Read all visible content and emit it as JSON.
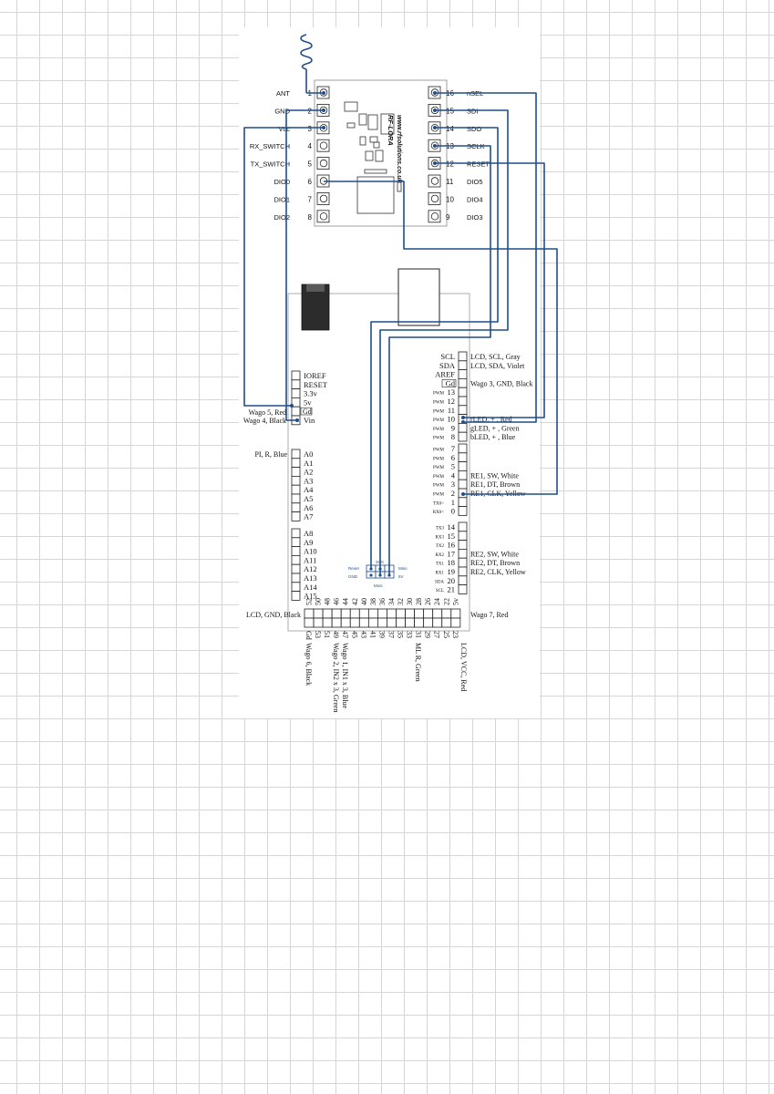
{
  "module": {
    "brand_url": "www.rfsolutions.co.uk",
    "model": "RF-LORA",
    "pins_left": [
      {
        "num": "1",
        "label": "ANT"
      },
      {
        "num": "2",
        "label": "GND"
      },
      {
        "num": "3",
        "label": "Vcc"
      },
      {
        "num": "4",
        "label": "RX_SWITCH"
      },
      {
        "num": "5",
        "label": "TX_SWITCH"
      },
      {
        "num": "6",
        "label": "DIO0"
      },
      {
        "num": "7",
        "label": "DIO1"
      },
      {
        "num": "8",
        "label": "DIO2"
      }
    ],
    "pins_right": [
      {
        "num": "16",
        "label": "nSEL"
      },
      {
        "num": "15",
        "label": "SDI"
      },
      {
        "num": "14",
        "label": "SDO"
      },
      {
        "num": "13",
        "label": "SCLK"
      },
      {
        "num": "12",
        "label": "RESET"
      },
      {
        "num": "11",
        "label": "DIO5"
      },
      {
        "num": "10",
        "label": "DIO4"
      },
      {
        "num": "9",
        "label": "DIO3"
      }
    ]
  },
  "board": {
    "power_header": [
      {
        "label": "IOREF"
      },
      {
        "label": "RESET"
      },
      {
        "label": "3.3v"
      },
      {
        "label": "5v"
      },
      {
        "label": "Gd"
      },
      {
        "label": "Vin"
      }
    ],
    "power_notes": [
      {
        "text": "Wago 5, Red"
      },
      {
        "text": "Wago 4, Black"
      }
    ],
    "analog_header_1": [
      "A0",
      "A1",
      "A2",
      "A3",
      "A4",
      "A5",
      "A6",
      "A7"
    ],
    "analog_note": "PI, R, Blue",
    "analog_header_2": [
      "A8",
      "A9",
      "A10",
      "A11",
      "A12",
      "A13",
      "A14",
      "A15"
    ],
    "digital_top": [
      {
        "prefix": "",
        "label": "SCL",
        "note": "LCD, SCL, Gray"
      },
      {
        "prefix": "",
        "label": "SDA",
        "note": "LCD, SDA, Violet"
      },
      {
        "prefix": "",
        "label": "AREF",
        "note": ""
      },
      {
        "prefix": "",
        "label": "Gd",
        "note": "Wago 3, GND, Black"
      },
      {
        "prefix": "PWM",
        "label": "13",
        "note": ""
      },
      {
        "prefix": "PWM",
        "label": "12",
        "note": ""
      },
      {
        "prefix": "PWM",
        "label": "11",
        "note": ""
      },
      {
        "prefix": "PWM",
        "label": "10",
        "note": "rLED, + , Red"
      },
      {
        "prefix": "PWM",
        "label": "9",
        "note": "gLED, + , Green"
      },
      {
        "prefix": "PWM",
        "label": "8",
        "note": "bLED, + , Blue"
      }
    ],
    "digital_mid": [
      {
        "prefix": "PWM",
        "label": "7",
        "note": ""
      },
      {
        "prefix": "PWM",
        "label": "6",
        "note": ""
      },
      {
        "prefix": "PWM",
        "label": "5",
        "note": ""
      },
      {
        "prefix": "PWM",
        "label": "4",
        "note": "RE1, SW, White"
      },
      {
        "prefix": "PWM",
        "label": "3",
        "note": "RE1, DT, Brown"
      },
      {
        "prefix": "PWM",
        "label": "2",
        "note": "RE1, CLK, Yellow"
      },
      {
        "prefix": "TX0>",
        "label": "1",
        "note": ""
      },
      {
        "prefix": "RX0<",
        "label": "0",
        "note": ""
      }
    ],
    "comm_header": [
      {
        "prefix": "TX3",
        "label": "14",
        "note": ""
      },
      {
        "prefix": "RX3",
        "label": "15",
        "note": ""
      },
      {
        "prefix": "TX2",
        "label": "16",
        "note": ""
      },
      {
        "prefix": "RX2",
        "label": "17",
        "note": "RE2, SW, White"
      },
      {
        "prefix": "TX1",
        "label": "18",
        "note": "RE2, DT, Brown"
      },
      {
        "prefix": "RX1",
        "label": "19",
        "note": "RE2, CLK, Yellow"
      },
      {
        "prefix": "SDA",
        "label": "20",
        "note": ""
      },
      {
        "prefix": "SCL",
        "label": "21",
        "note": ""
      }
    ],
    "bottom_top_labels": [
      "52",
      "50",
      "48",
      "46",
      "44",
      "42",
      "40",
      "38",
      "36",
      "34",
      "32",
      "30",
      "28",
      "26",
      "24",
      "22",
      "5v"
    ],
    "bottom_bottom_labels": [
      "Gd",
      "53",
      "51",
      "49",
      "47",
      "45",
      "43",
      "41",
      "39",
      "37",
      "35",
      "33",
      "31",
      "29",
      "27",
      "25",
      "23"
    ],
    "bottom_left_note": "LCD, GND, Black",
    "bottom_right_note": "Wago 7, Red",
    "bottom_vertical_notes": [
      {
        "text": "Wago 6, Black"
      },
      {
        "text": "Wago 2, IN2 x 3, Green"
      },
      {
        "text": "Wago 1, IN1 x 3, Blue"
      },
      {
        "text": "ML R, Green"
      },
      {
        "text": "LCD, VCC, Red"
      }
    ],
    "icsp_labels": {
      "sck": "SCK",
      "reset": "Reset",
      "gnd": "GND",
      "miso": "Miso",
      "five_v": "5V",
      "mosi": "Mosi"
    }
  },
  "colors": {
    "wire": "#1f4e8c",
    "pin_outline": "#222222",
    "board_outline": "#9a9a9a",
    "grid": "#d6d6d6"
  }
}
